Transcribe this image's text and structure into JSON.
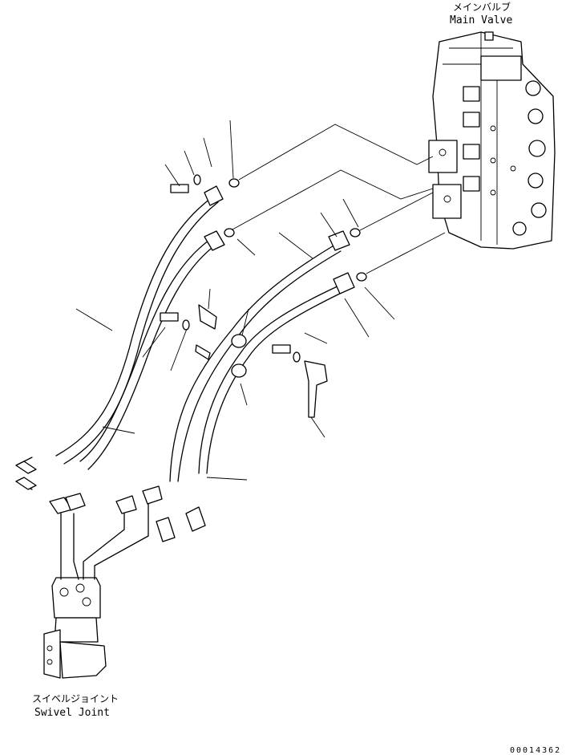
{
  "labels": {
    "main_valve_jp": "メインバルブ",
    "main_valve_en": "Main Valve",
    "swivel_joint_jp": "スイベルジョイント",
    "swivel_joint_en": "Swivel Joint",
    "drawing_number": "00014362"
  }
}
